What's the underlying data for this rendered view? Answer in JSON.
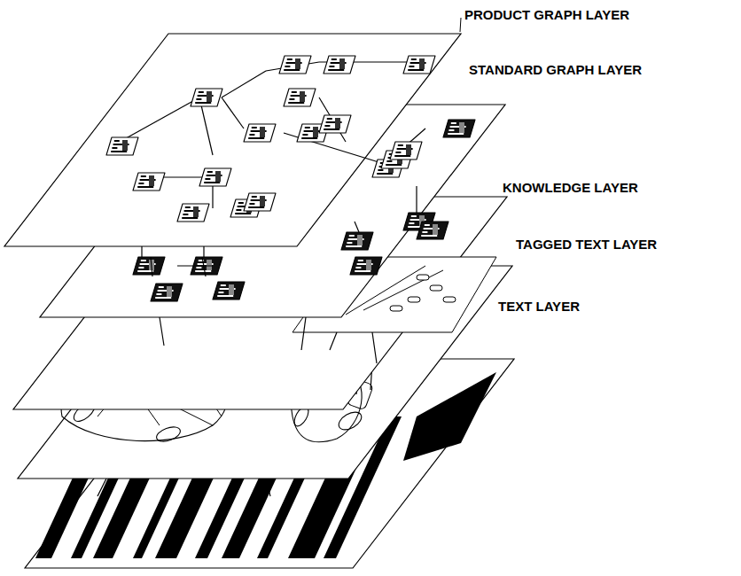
{
  "diagram": {
    "labels": [
      "PRODUCT GRAPH LAYER",
      "STANDARD GRAPH LAYER",
      "KNOWLEDGE LAYER",
      "TAGGED TEXT LAYER",
      "TEXT LAYER"
    ]
  }
}
